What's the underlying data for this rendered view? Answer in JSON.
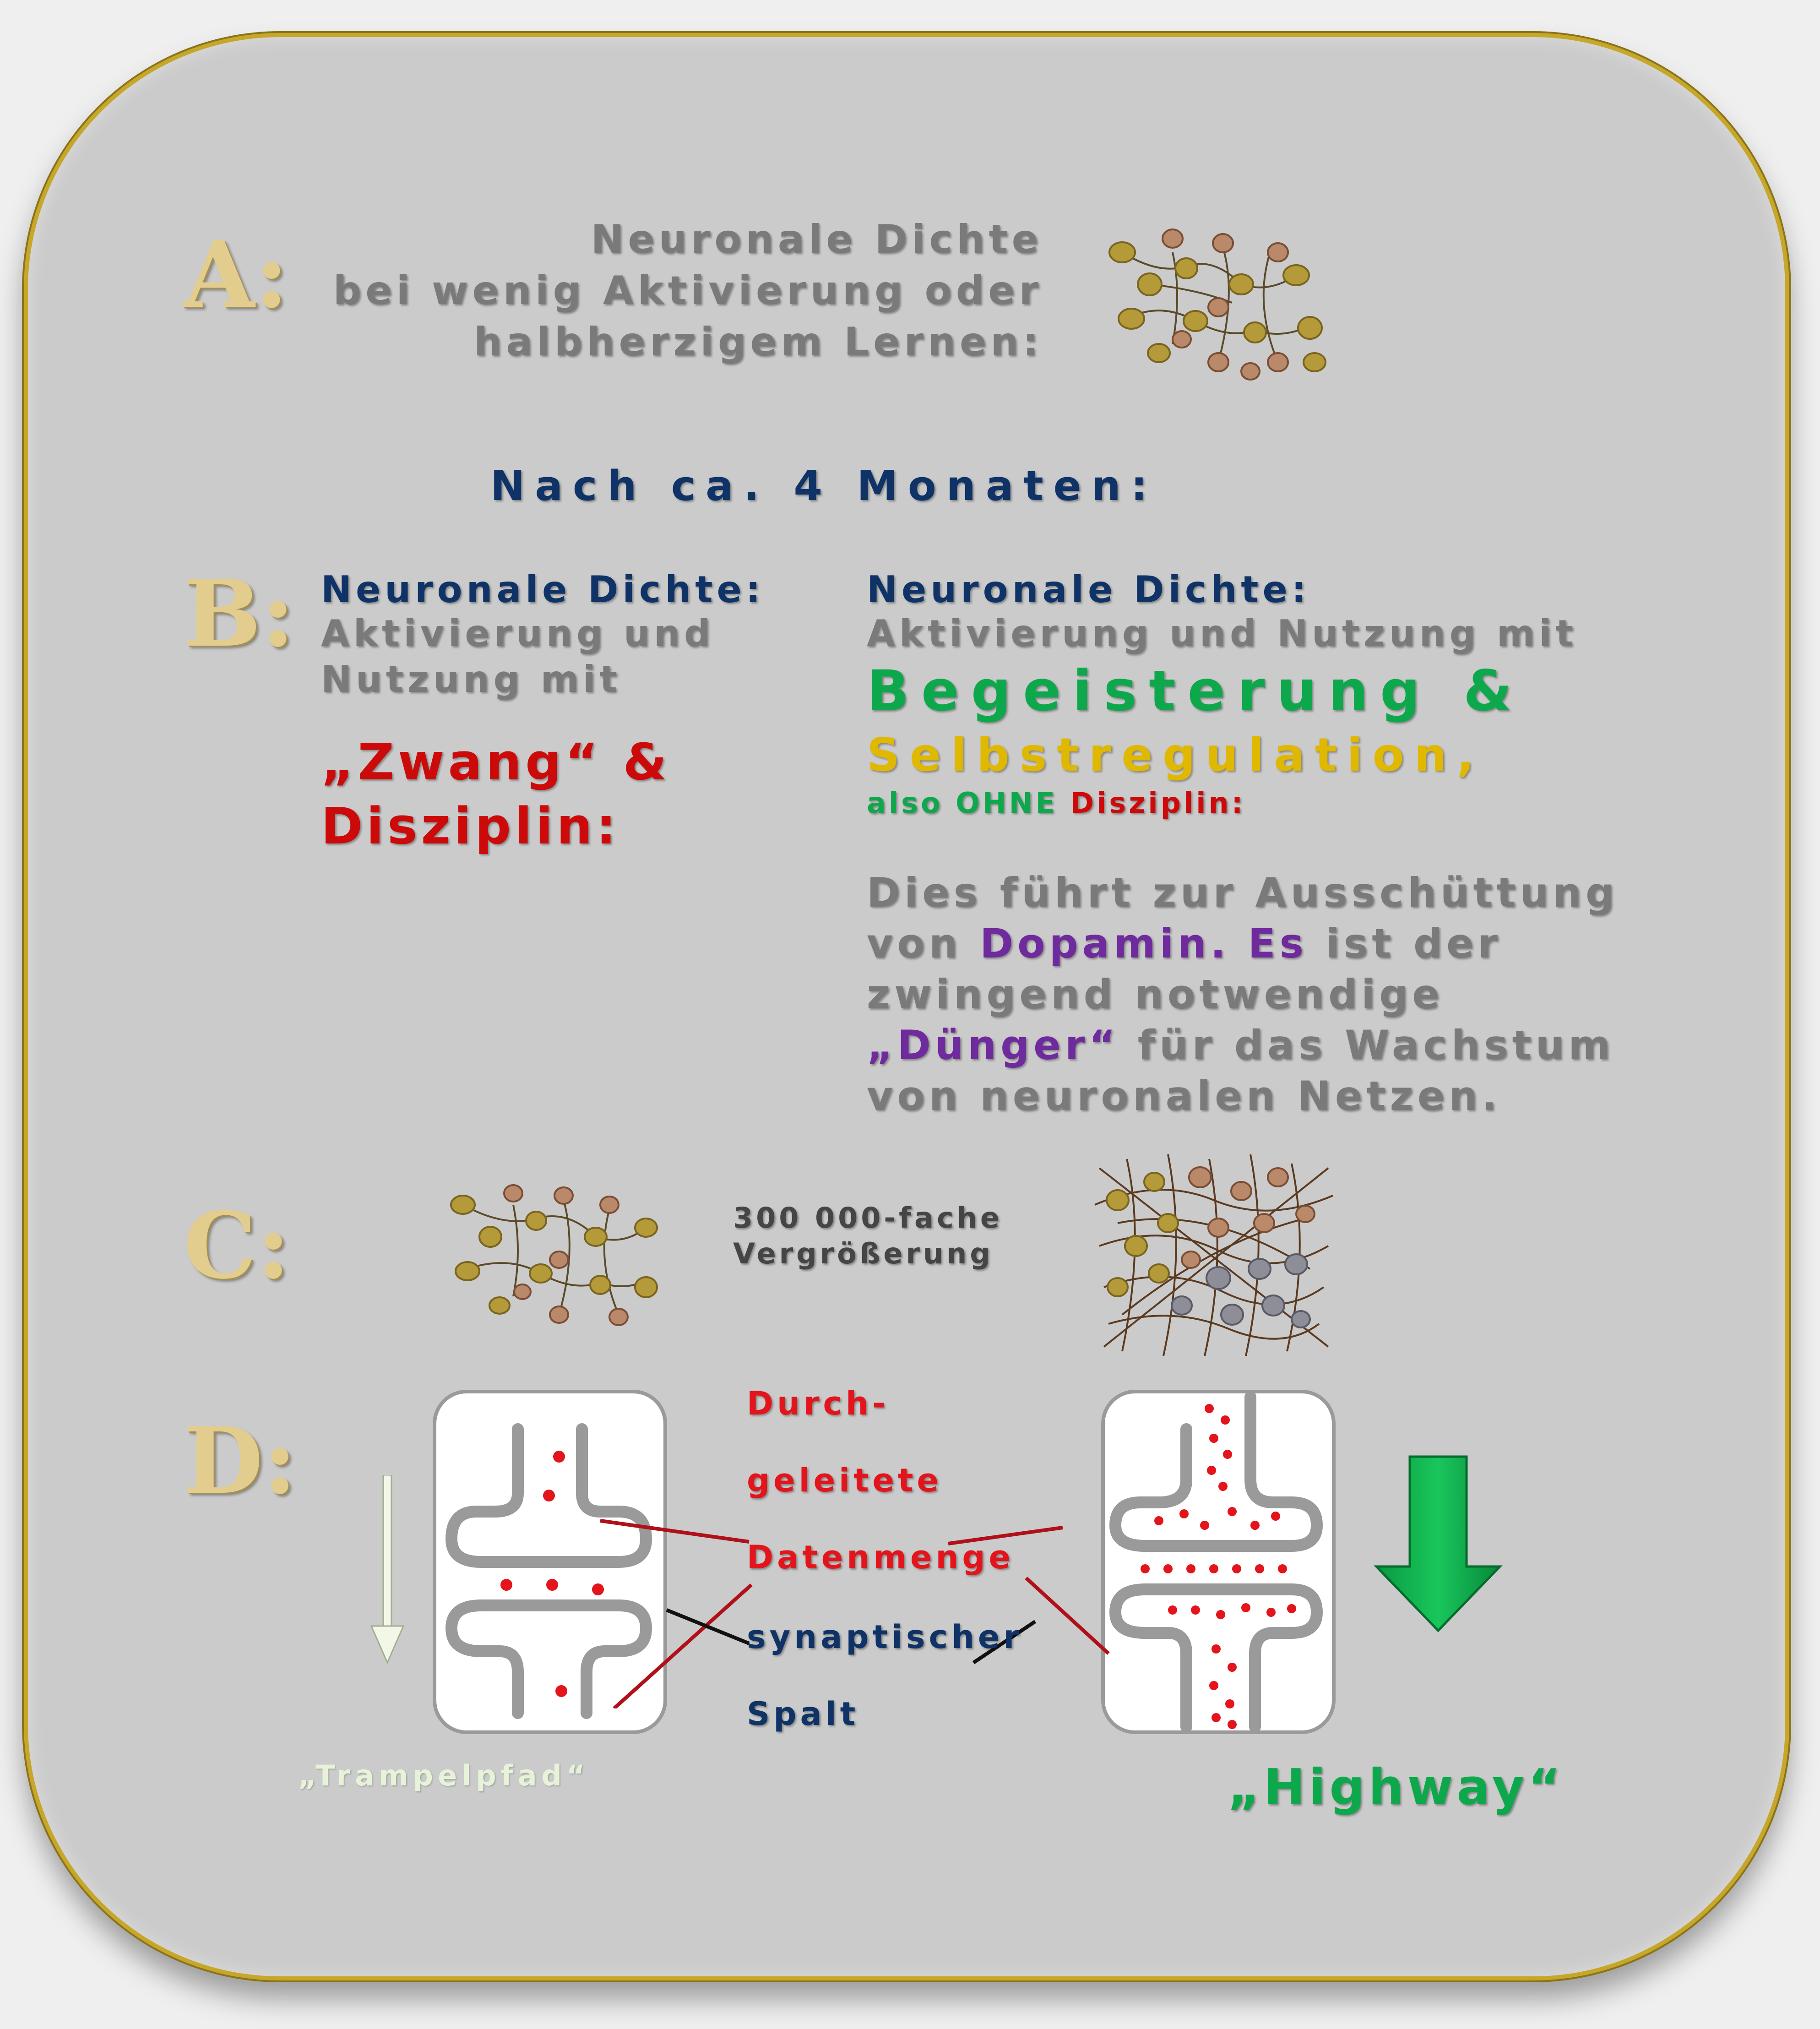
{
  "sections": {
    "a": {
      "letter": "A:",
      "lines": [
        "Neuronale Dichte",
        "bei wenig Aktivierung oder",
        "halbherzigem Lernen:"
      ]
    },
    "after": "Nach ca. 4 Monaten:",
    "b": {
      "letter": "B:",
      "left": {
        "heading": "Neuronale Dichte:",
        "lines": [
          "Aktivierung und",
          "Nutzung mit"
        ],
        "emphasis": [
          "„Zwang“ &",
          "Disziplin:"
        ]
      },
      "right": {
        "heading": "Neuronale Dichte:",
        "line": "Aktivierung und Nutzung mit",
        "enthusiasm": "Begeisterung &",
        "selfreg": "Selbstregulation,",
        "also_prefix": "also OHNE",
        "also_discipline": "Disziplin:",
        "explain": {
          "l1": "Dies führt zur Ausschüttung",
          "l2_a": "von",
          "l2_b": "Dopamin. Es",
          "l2_c": "ist der",
          "l3": "zwingend notwendige",
          "l4_a": "„Dünger“",
          "l4_b": "für das Wachstum",
          "l5": "von neuronalen Netzen."
        }
      }
    },
    "c": {
      "letter": "C:",
      "magnification": [
        "300 000-fache",
        "Vergrößerung"
      ]
    },
    "d": {
      "letter": "D:",
      "throughput": [
        "Durch-",
        "geleitete",
        "Datenmenge"
      ],
      "cleft": [
        "synaptischer",
        "Spalt"
      ],
      "path_label": "„Trampelpfad“",
      "highway_label": "„Highway“"
    }
  },
  "colors": {
    "grey_text": "#7a7a7a",
    "navy": "#0f3366",
    "red": "#cc0a0a",
    "green": "#0ea84c",
    "yellow": "#e0b800",
    "purple": "#6f2a9e",
    "gold_letter": "#e3cd8e",
    "board": "#cbcbcb",
    "frame": "#c6a72a"
  },
  "icons": [
    "sparse-neuron-cluster-icon",
    "dense-neuron-network-icon",
    "synapse-icon",
    "down-arrow-icon"
  ]
}
